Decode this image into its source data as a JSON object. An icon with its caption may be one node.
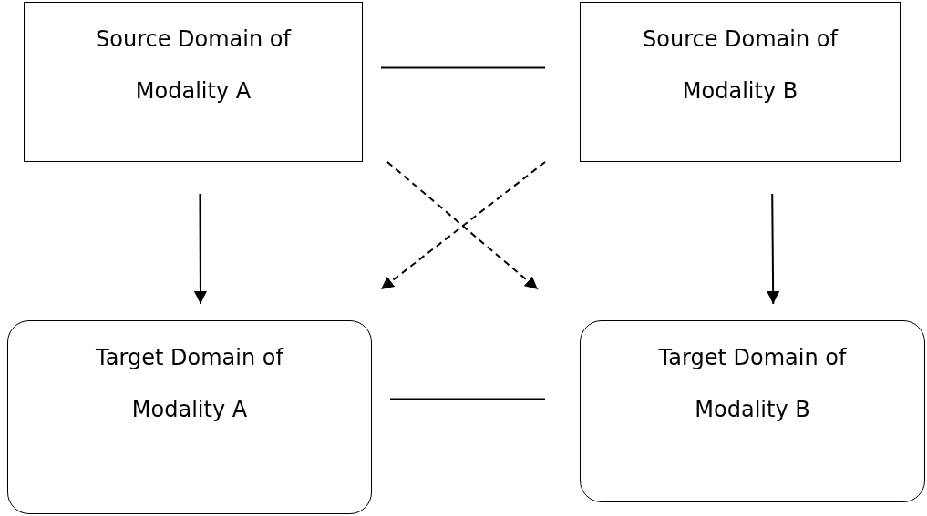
{
  "diagram": {
    "nodes": [
      {
        "text": [
          "Source Domain of Modality A"
        ]
      },
      {
        "text": [
          "Source Domain of Modality B"
        ]
      },
      {
        "text": [
          "Target Domain of Modality A"
        ]
      },
      {
        "text": [
          "Target Domain of Modality B"
        ]
      }
    ],
    "edges": [
      {
        "from": 0,
        "to": 1,
        "arrow": "none"
      },
      {
        "from": 0,
        "to": 2,
        "arrow": "to"
      },
      {
        "from": 1,
        "to": 3,
        "arrow": "to"
      },
      {
        "from": 0,
        "to": 3,
        "arrow": "to",
        "style": "dashed"
      },
      {
        "from": 1,
        "to": 2,
        "arrow": "to",
        "style": "dashed"
      },
      {
        "from": 2,
        "to": 3,
        "arrow": "none"
      }
    ]
  }
}
